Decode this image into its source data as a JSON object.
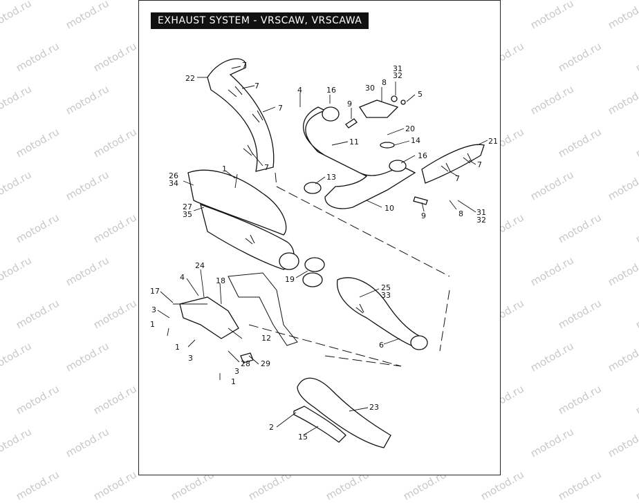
{
  "title": "EXHAUST SYSTEM - VRSCAW, VRSCAWA",
  "watermark": "motod.ru",
  "callouts": [
    {
      "id": "c22",
      "text": "22"
    },
    {
      "id": "c7a",
      "text": "7"
    },
    {
      "id": "c7b",
      "text": "7"
    },
    {
      "id": "c7c",
      "text": "7"
    },
    {
      "id": "c7d",
      "text": "7"
    },
    {
      "id": "c4a",
      "text": "4"
    },
    {
      "id": "c16a",
      "text": "16"
    },
    {
      "id": "c9a",
      "text": "9"
    },
    {
      "id": "c30",
      "text": "30"
    },
    {
      "id": "c8a",
      "text": "8"
    },
    {
      "id": "c31a",
      "text": "31"
    },
    {
      "id": "c32a",
      "text": "32"
    },
    {
      "id": "c5",
      "text": "5"
    },
    {
      "id": "c20",
      "text": "20"
    },
    {
      "id": "c14",
      "text": "14"
    },
    {
      "id": "c11",
      "text": "11"
    },
    {
      "id": "c16b",
      "text": "16"
    },
    {
      "id": "c21",
      "text": "21"
    },
    {
      "id": "c7e",
      "text": "7"
    },
    {
      "id": "c7f",
      "text": "7"
    },
    {
      "id": "c1a",
      "text": "1"
    },
    {
      "id": "c26",
      "text": "26"
    },
    {
      "id": "c34",
      "text": "34"
    },
    {
      "id": "c13",
      "text": "13"
    },
    {
      "id": "c10",
      "text": "10"
    },
    {
      "id": "c9b",
      "text": "9"
    },
    {
      "id": "c8b",
      "text": "8"
    },
    {
      "id": "c31b",
      "text": "31"
    },
    {
      "id": "c32b",
      "text": "32"
    },
    {
      "id": "c27",
      "text": "27"
    },
    {
      "id": "c35",
      "text": "35"
    },
    {
      "id": "c24",
      "text": "24"
    },
    {
      "id": "c4b",
      "text": "4"
    },
    {
      "id": "c18",
      "text": "18"
    },
    {
      "id": "c19",
      "text": "19"
    },
    {
      "id": "c17",
      "text": "17"
    },
    {
      "id": "c25",
      "text": "25"
    },
    {
      "id": "c33",
      "text": "33"
    },
    {
      "id": "c3a",
      "text": "3"
    },
    {
      "id": "c1b",
      "text": "1"
    },
    {
      "id": "c12",
      "text": "12"
    },
    {
      "id": "c1c",
      "text": "1"
    },
    {
      "id": "c3b",
      "text": "3"
    },
    {
      "id": "c6",
      "text": "6"
    },
    {
      "id": "c28",
      "text": "28"
    },
    {
      "id": "c29",
      "text": "29"
    },
    {
      "id": "c3c",
      "text": "3"
    },
    {
      "id": "c1d",
      "text": "1"
    },
    {
      "id": "c23",
      "text": "23"
    },
    {
      "id": "c2",
      "text": "2"
    },
    {
      "id": "c15",
      "text": "15"
    }
  ]
}
